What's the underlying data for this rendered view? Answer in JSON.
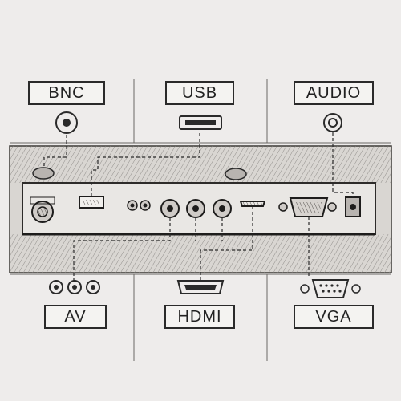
{
  "labels": {
    "bnc": "BNC",
    "usb": "USB",
    "audio": "AUDIO",
    "av": "AV",
    "hdmi": "HDMI",
    "vga": "VGA"
  },
  "colors": {
    "paper": "#eeeceb",
    "ink": "#2a2a2a",
    "panel_shading": "#c9c6c2"
  }
}
